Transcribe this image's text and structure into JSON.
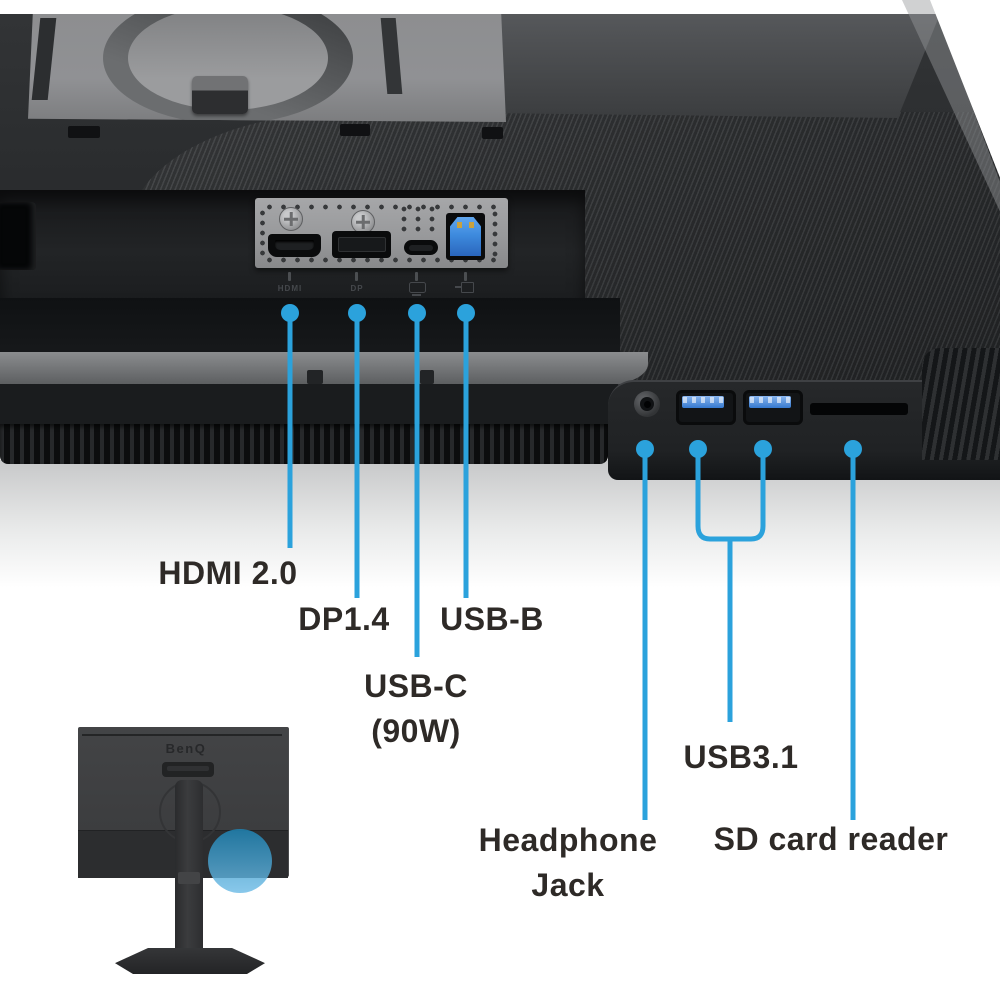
{
  "colors": {
    "callout_blue": "#2BA2DC",
    "label_text": "#2E2A27",
    "usb_port_blue": "#3579CF",
    "usb_b_blue": "#3E8BDE",
    "highlight_top": "#1E86B8",
    "highlight_bottom": "#6FBCE6"
  },
  "callouts": {
    "hdmi": {
      "label": "HDMI 2.0"
    },
    "dp": {
      "label": "DP1.4"
    },
    "usb_b": {
      "label": "USB-B"
    },
    "usb_c": {
      "line1": "USB-C",
      "line2": "(90W)"
    },
    "headphone": {
      "line1": "Headphone",
      "line2": "Jack"
    },
    "usb31": {
      "label": "USB3.1"
    },
    "sd": {
      "label": "SD card reader"
    }
  },
  "plate_fine_print": {
    "hdmi": "HDMI",
    "dp": "DP"
  },
  "ports": {
    "rear_panel": [
      "hdmi-port",
      "displayport-port",
      "usb-c-port",
      "usb-b-port"
    ],
    "side_ledge": [
      "headphone-jack",
      "usb-a-port-1",
      "usb-a-port-2",
      "sd-card-slot"
    ]
  },
  "inset": {
    "brand_logo": "BenQ"
  }
}
